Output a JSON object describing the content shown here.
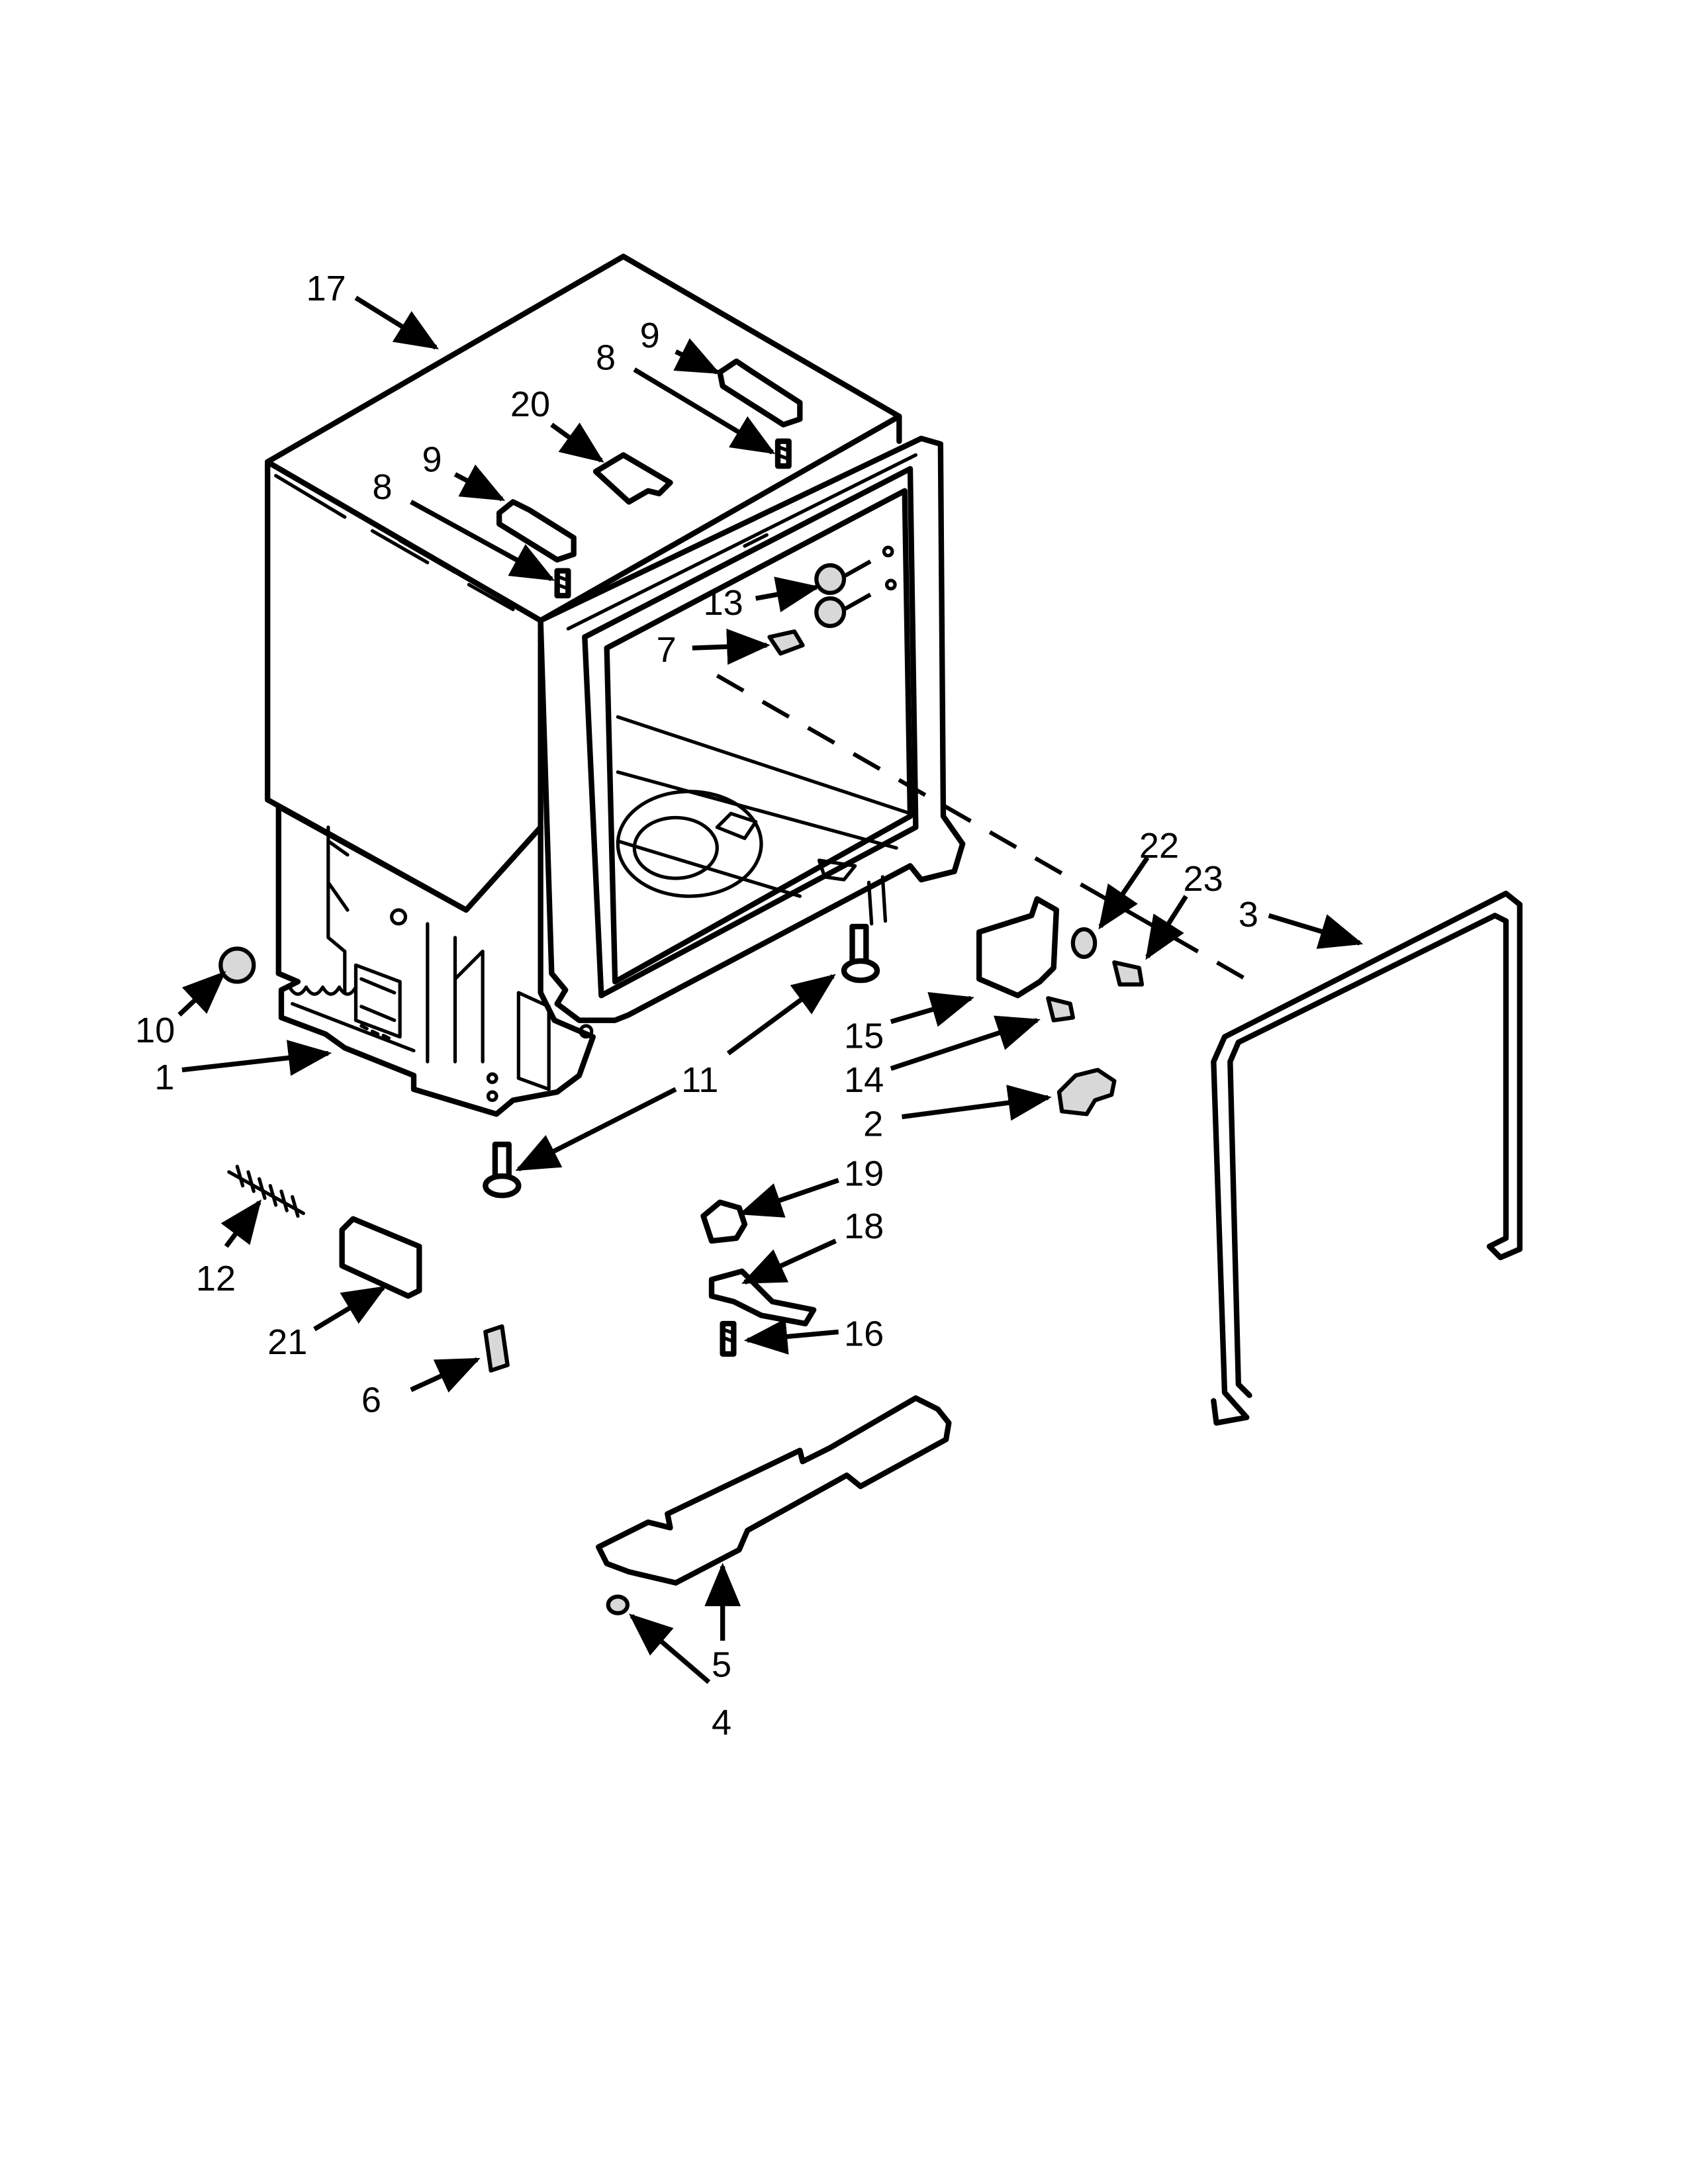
{
  "callouts": [
    {
      "id": "17",
      "label": "17",
      "part": "tub"
    },
    {
      "id": "9a",
      "label": "9",
      "part": "hinge-bracket"
    },
    {
      "id": "9b",
      "label": "9",
      "part": "hinge-bracket"
    },
    {
      "id": "8a",
      "label": "8",
      "part": "screw"
    },
    {
      "id": "8b",
      "label": "8",
      "part": "screw"
    },
    {
      "id": "20",
      "label": "20",
      "part": "clip"
    },
    {
      "id": "13",
      "label": "13",
      "part": "spacer"
    },
    {
      "id": "7",
      "label": "7",
      "part": "screw"
    },
    {
      "id": "22",
      "label": "22",
      "part": "washer"
    },
    {
      "id": "23",
      "label": "23",
      "part": "screw"
    },
    {
      "id": "3",
      "label": "3",
      "part": "door-gasket"
    },
    {
      "id": "10",
      "label": "10",
      "part": "nut"
    },
    {
      "id": "1",
      "label": "1",
      "part": "base"
    },
    {
      "id": "11",
      "label": "11",
      "part": "leveling-leg"
    },
    {
      "id": "15",
      "label": "15",
      "part": "strike-bracket"
    },
    {
      "id": "14",
      "label": "14",
      "part": "screw"
    },
    {
      "id": "2",
      "label": "2",
      "part": "door-latch"
    },
    {
      "id": "19",
      "label": "19",
      "part": "thermostat"
    },
    {
      "id": "18",
      "label": "18",
      "part": "thermostat-bracket"
    },
    {
      "id": "16",
      "label": "16",
      "part": "screw"
    },
    {
      "id": "12",
      "label": "12",
      "part": "spring"
    },
    {
      "id": "21",
      "label": "21",
      "part": "pad"
    },
    {
      "id": "6",
      "label": "6",
      "part": "clip"
    },
    {
      "id": "5",
      "label": "5",
      "part": "toe-panel-support"
    },
    {
      "id": "4",
      "label": "4",
      "part": "screw"
    }
  ]
}
